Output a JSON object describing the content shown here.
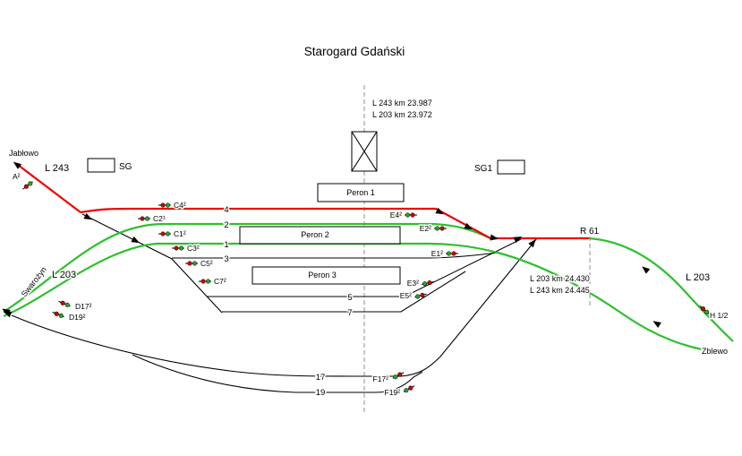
{
  "title": "Starogard Gdański",
  "endpoints": {
    "jablowo": "Jabłowo",
    "swarozyn": "Swarożyn",
    "zblewo": "Zblewo"
  },
  "line_labels": {
    "l243_left": "L 243",
    "l203_left": "L 203",
    "l203_right": "L 203"
  },
  "signal_boxes": {
    "sg": "SG",
    "sg1": "SG1"
  },
  "platforms": {
    "peron1": "Peron 1",
    "peron2": "Peron 2",
    "peron3": "Peron 3"
  },
  "km_markers": {
    "center_line1": "L 243 km 23.987",
    "center_line2": "L 203 km 23.972",
    "right_line1": "L 203 km 24.430",
    "right_line2": "L 243 km 24.445"
  },
  "boundary_label": "R 61",
  "track_numbers": {
    "t4": "4",
    "t2": "2",
    "t1": "1",
    "t3": "3",
    "t5": "5",
    "t7": "7",
    "t17": "17",
    "t19": "19"
  },
  "signals": {
    "a": "A²",
    "c4": "C4²",
    "c2": "C2¹",
    "c1": "C1²",
    "c3": "C3²",
    "c5": "C5²",
    "c7": "C7²",
    "d17": "D17²",
    "d19": "D19²",
    "e4": "E4²",
    "e2": "E2²",
    "e1": "E1²",
    "e3": "E3²",
    "e5": "E5²",
    "f17": "F17²",
    "f19": "F19²",
    "h": "H 1/2"
  },
  "colors": {
    "route_red": "#ee0000",
    "route_green": "#2fc02f",
    "track_black": "#000000",
    "signal_red": "#cc0000",
    "signal_green": "#27a527",
    "dashed_gray": "#8f8f8f"
  }
}
